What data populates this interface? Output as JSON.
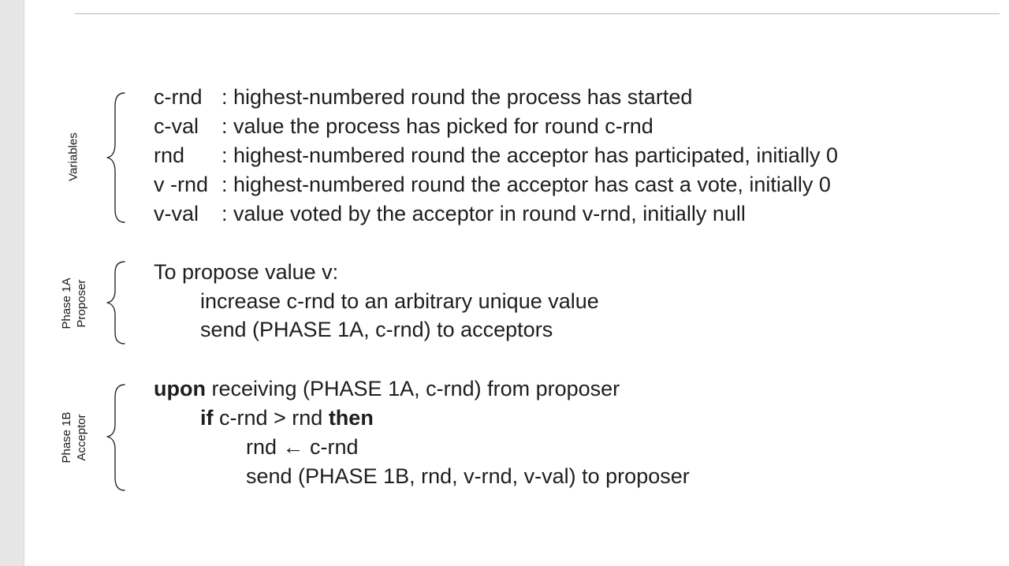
{
  "sections": {
    "variables": {
      "label": "Variables",
      "rows": [
        {
          "name": "c-rnd",
          "desc": ": highest-numbered round the process has started"
        },
        {
          "name": "c-val",
          "desc": ": value the process has picked for round c-rnd"
        },
        {
          "name": "rnd",
          "desc": ": highest-numbered round the acceptor has participated, initially 0"
        },
        {
          "name": "v -rnd",
          "desc": ": highest-numbered round the acceptor has cast a vote, initially 0"
        },
        {
          "name": "v-val",
          "desc": ": value voted by the acceptor in round v-rnd, initially null"
        }
      ]
    },
    "phase1a": {
      "label_line1": "Phase 1A",
      "label_line2": "Proposer",
      "line1": "To propose value v:",
      "line2": "increase c-rnd to an arbitrary unique value",
      "line3": "send (PHASE 1A, c-rnd) to acceptors"
    },
    "phase1b": {
      "label_line1": "Phase 1B",
      "label_line2": "Acceptor",
      "line1_kw": "upon",
      "line1_text": " receiving (PHASE 1A, c-rnd) from proposer",
      "line2_kw": "if",
      "line2_text": " c-rnd > rnd ",
      "line2_kw2": "then",
      "line3": "rnd ← c-rnd",
      "line4": "send (PHASE 1B, rnd, v-rnd, v-val) to proposer"
    }
  }
}
